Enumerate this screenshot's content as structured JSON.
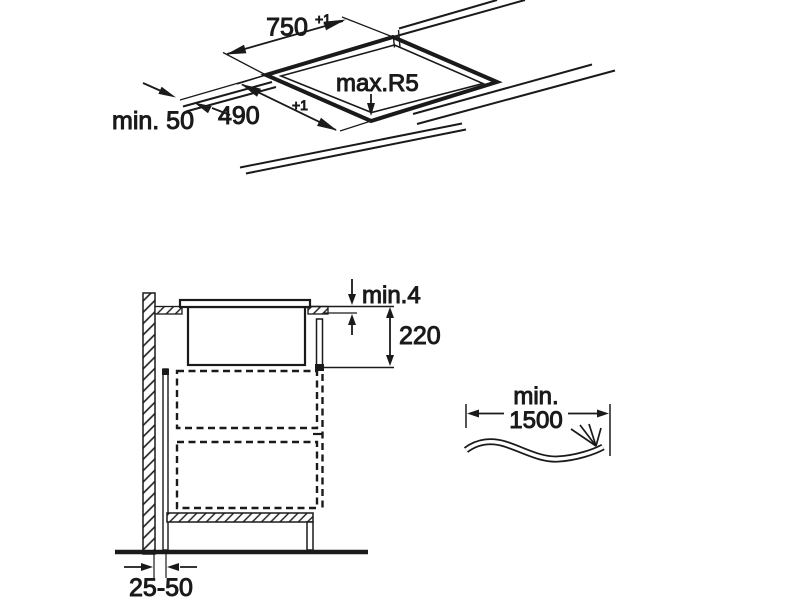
{
  "diagram": {
    "type": "hob-installation-drawing",
    "style": {
      "line_color": "#1a1a1a",
      "background": "#ffffff"
    }
  },
  "cutout_view": {
    "width_value": "750",
    "width_tolerance": "+1",
    "depth_value": "490",
    "depth_tolerance": "+1",
    "edge_clearance": "min. 50",
    "corner_radius": "max.R5"
  },
  "side_view": {
    "top_gap": "min.4",
    "clearance_height": "220",
    "wall_distance": "25-50"
  },
  "cable": {
    "min_label": "min.",
    "length_value": "1500"
  }
}
